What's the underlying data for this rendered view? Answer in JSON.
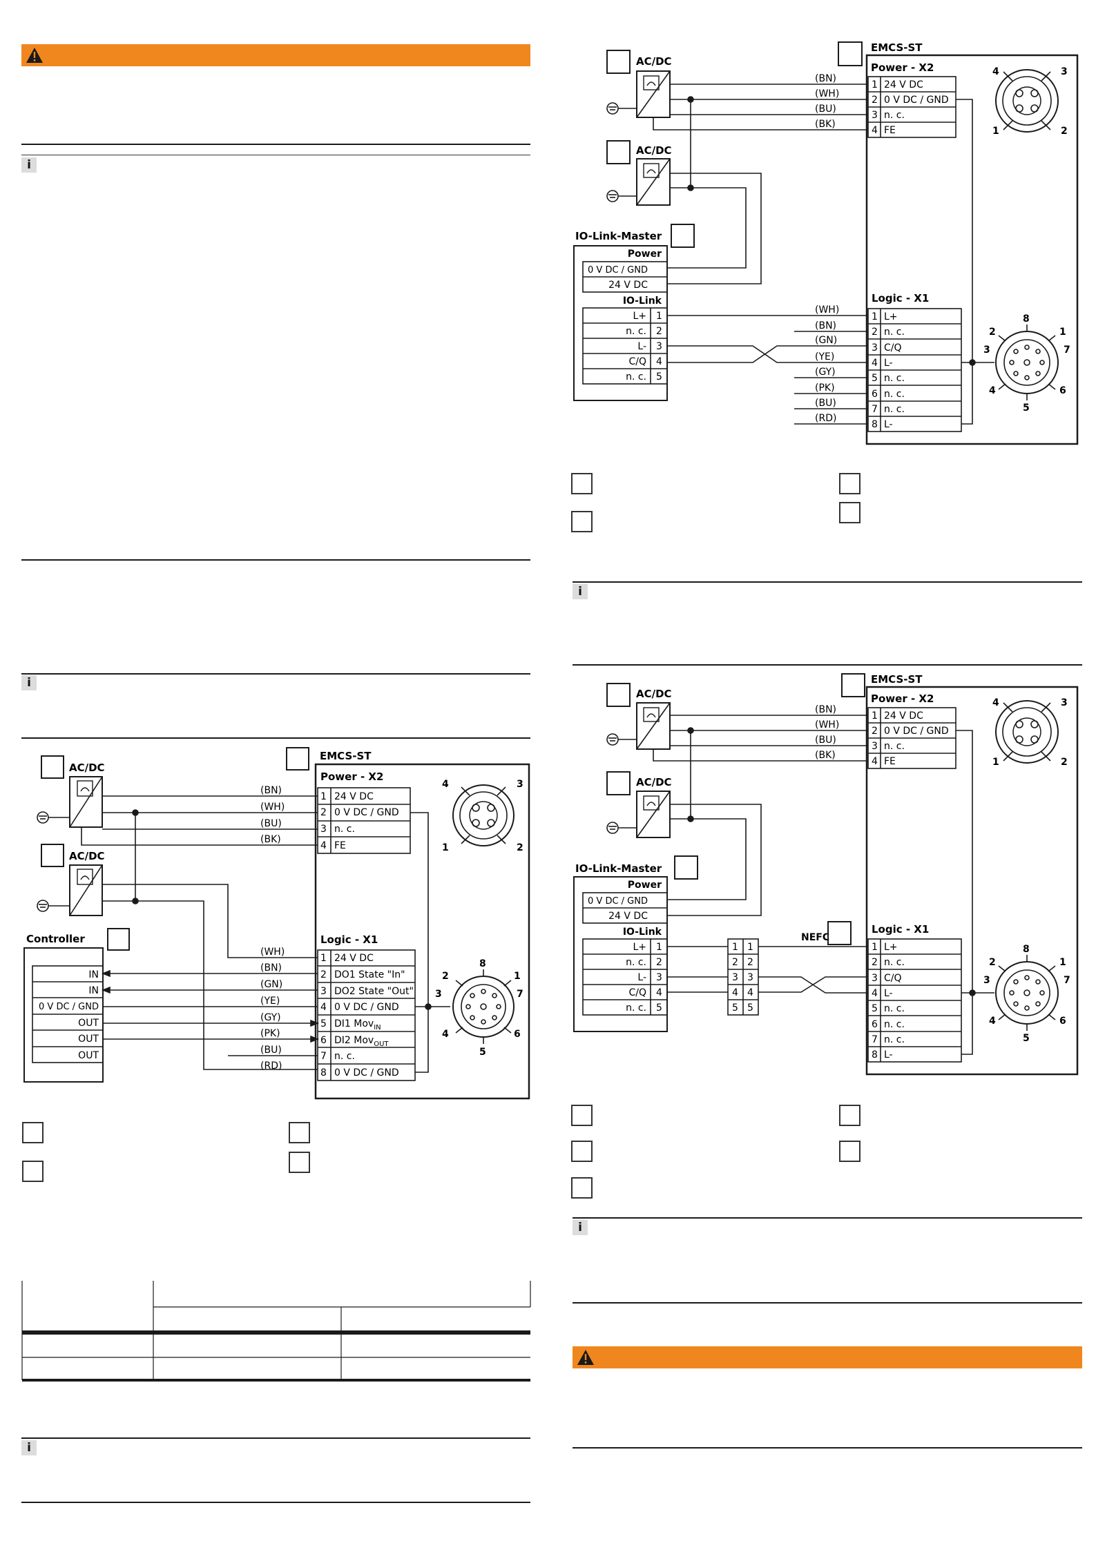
{
  "palette": {
    "warning_orange": "#f0871e",
    "info_gray": "#dcdcdc",
    "line": "#1a1a1a"
  },
  "icons": {
    "warning": "warning-triangle-icon",
    "info": "info-icon",
    "ground": "ground-symbol-icon"
  },
  "info_glyph": "i",
  "labels": {
    "acdc": "AC/DC",
    "emcs": "EMCS-ST",
    "power_x2": "Power - X2",
    "logic_x1": "Logic - X1",
    "controller": "Controller",
    "iolm": "IO-Link-Master",
    "power": "Power",
    "iolink": "IO-Link",
    "nefc": "NEFC"
  },
  "pins": {
    "n1": "1",
    "n2": "2",
    "n3": "3",
    "n4": "4",
    "n5": "5",
    "n6": "6",
    "n7": "7",
    "n8": "8"
  },
  "wires": {
    "bn": "(BN)",
    "wh": "(WH)",
    "bu": "(BU)",
    "bk": "(BK)",
    "gn": "(GN)",
    "ye": "(YE)",
    "gy": "(GY)",
    "pk": "(PK)",
    "rd": "(RD)"
  },
  "power_x2_rows": [
    "24 V DC",
    "0 V DC / GND",
    "n. c.",
    "FE"
  ],
  "logic_x1_controller_rows": [
    "24 V DC",
    "DO1 State \"In\"",
    "DO2 State \"Out\"",
    "0 V DC / GND",
    "DI1 Mov",
    "DI2 Mov",
    "n. c.",
    "0 V DC / GND"
  ],
  "logic_sub": {
    "in": "IN",
    "out": "OUT"
  },
  "logic_x1_iolink_rows": [
    "L+",
    "n. c.",
    "C/Q",
    "L-",
    "n. c.",
    "n. c.",
    "n. c.",
    "L-"
  ],
  "controller_rows": [
    "IN",
    "IN",
    "0 V DC / GND",
    "OUT",
    "OUT",
    "OUT"
  ],
  "iolm_power_rows": [
    "0 V DC / GND",
    "24 V DC"
  ],
  "iolm_iolink_rows": [
    "L+",
    "n. c.",
    "L-",
    "C/Q",
    "n. c."
  ]
}
